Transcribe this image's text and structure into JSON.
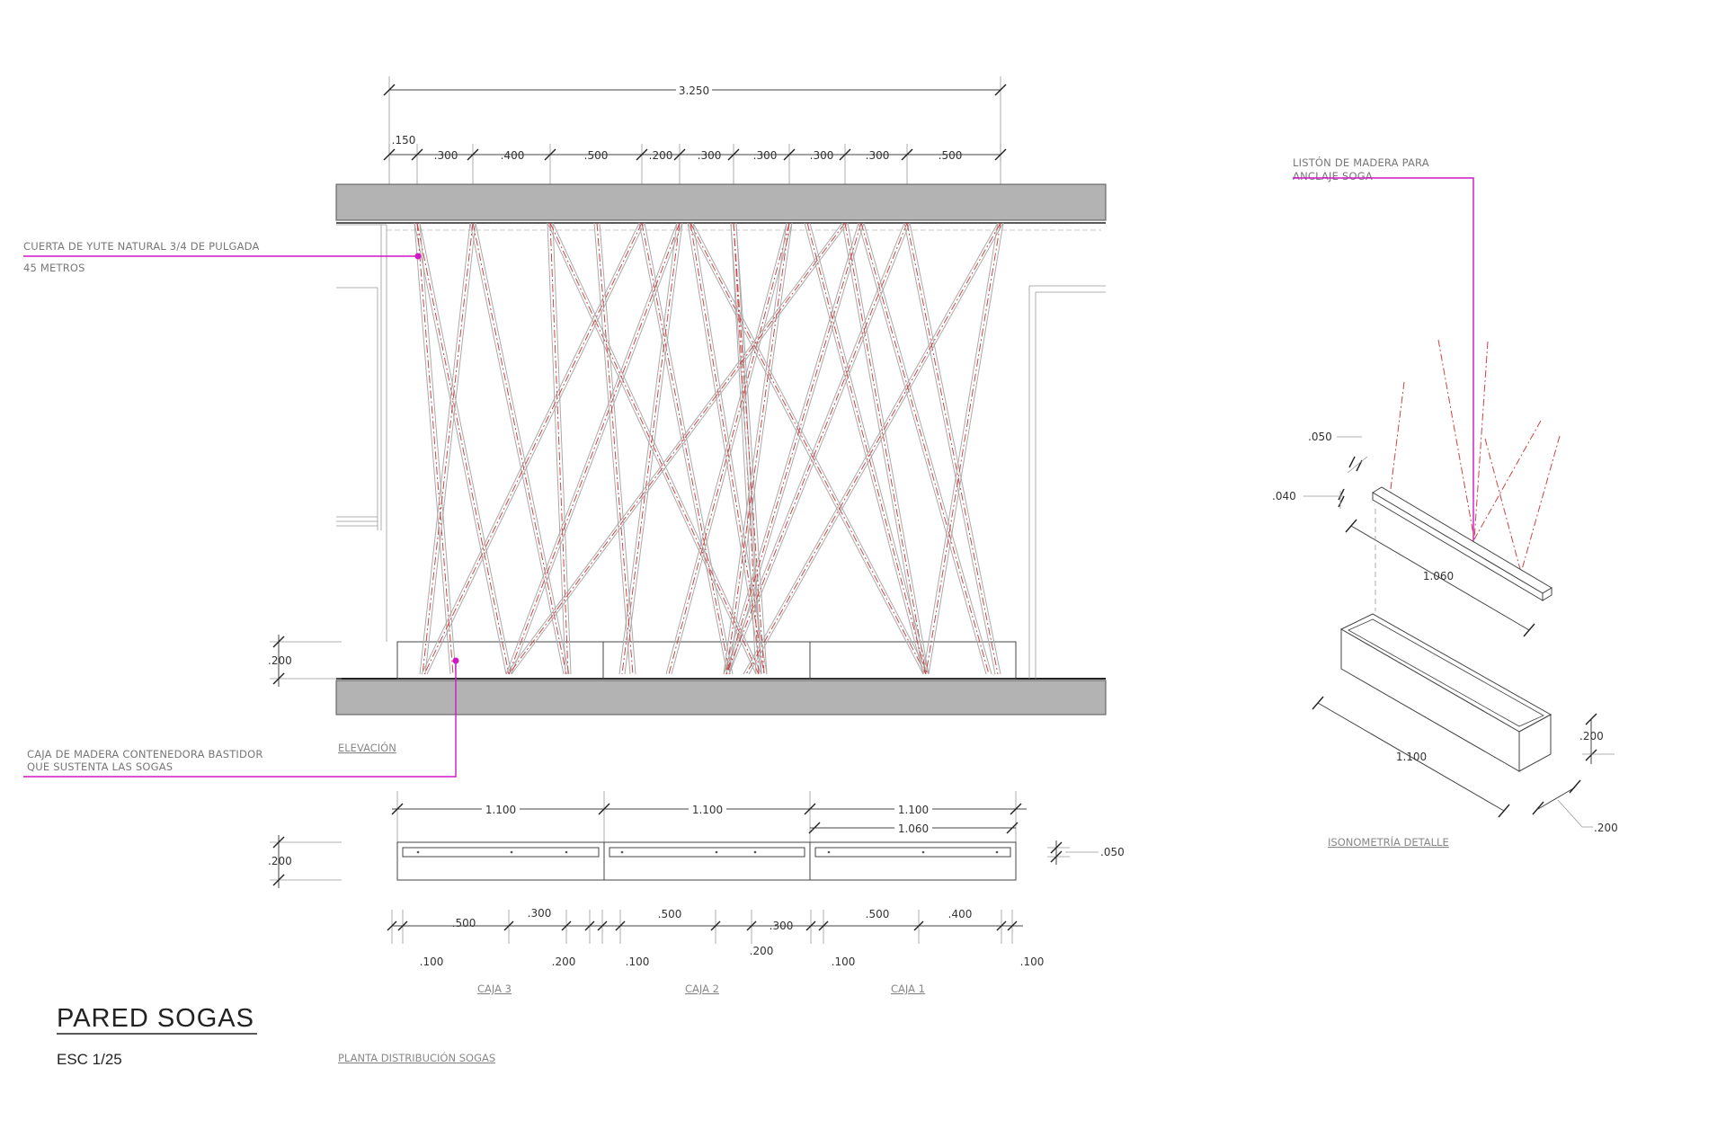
{
  "title": "PARED SOGAS",
  "scale": "ESC 1/25",
  "views": {
    "elevation": "ELEVACIÓN",
    "plan": "PLANTA DISTRIBUCIÓN SOGAS",
    "iso": "ISONOMETRÍA DETALLE"
  },
  "notes": {
    "rope_line1": "CUERTA DE YUTE NATURAL 3/4 DE PULGADA",
    "rope_line2": "45 METROS",
    "box_line1": "CAJA DE MADERA CONTENEDORA BASTIDOR",
    "box_line2": "QUE SUSTENTA LAS SOGAS",
    "batten_line1": "LISTÓN DE MADERA PARA",
    "batten_line2": "ANCLAJE SOGA"
  },
  "dims": {
    "overall": "3.250",
    "top_segments": [
      ".150",
      ".300",
      ".400",
      ".500",
      ".200",
      ".300",
      ".300",
      ".300",
      ".300",
      ".500"
    ],
    "box_height": ".200",
    "plan_widths": [
      "1.100",
      "1.100",
      "1.100"
    ],
    "plan_inner": "1.060",
    "plan_height": ".200",
    "plan_lip": ".050",
    "plan_bottom_a": [
      ".500",
      ".300",
      ".500",
      ".300",
      ".500",
      ".400"
    ],
    "plan_bottom_b": [
      ".100",
      ".200",
      ".100",
      ".200",
      ".100",
      ".100"
    ],
    "iso_050": ".050",
    "iso_040": ".040",
    "iso_1060": "1.060",
    "iso_1100": "1.100",
    "iso_200a": ".200",
    "iso_200b": ".200"
  },
  "boxes": [
    "CAJA 3",
    "CAJA 2",
    "CAJA 1"
  ],
  "colors": {
    "leader": "#d017c8",
    "rope": "#cc4444",
    "slab": "#b3b3b3"
  }
}
